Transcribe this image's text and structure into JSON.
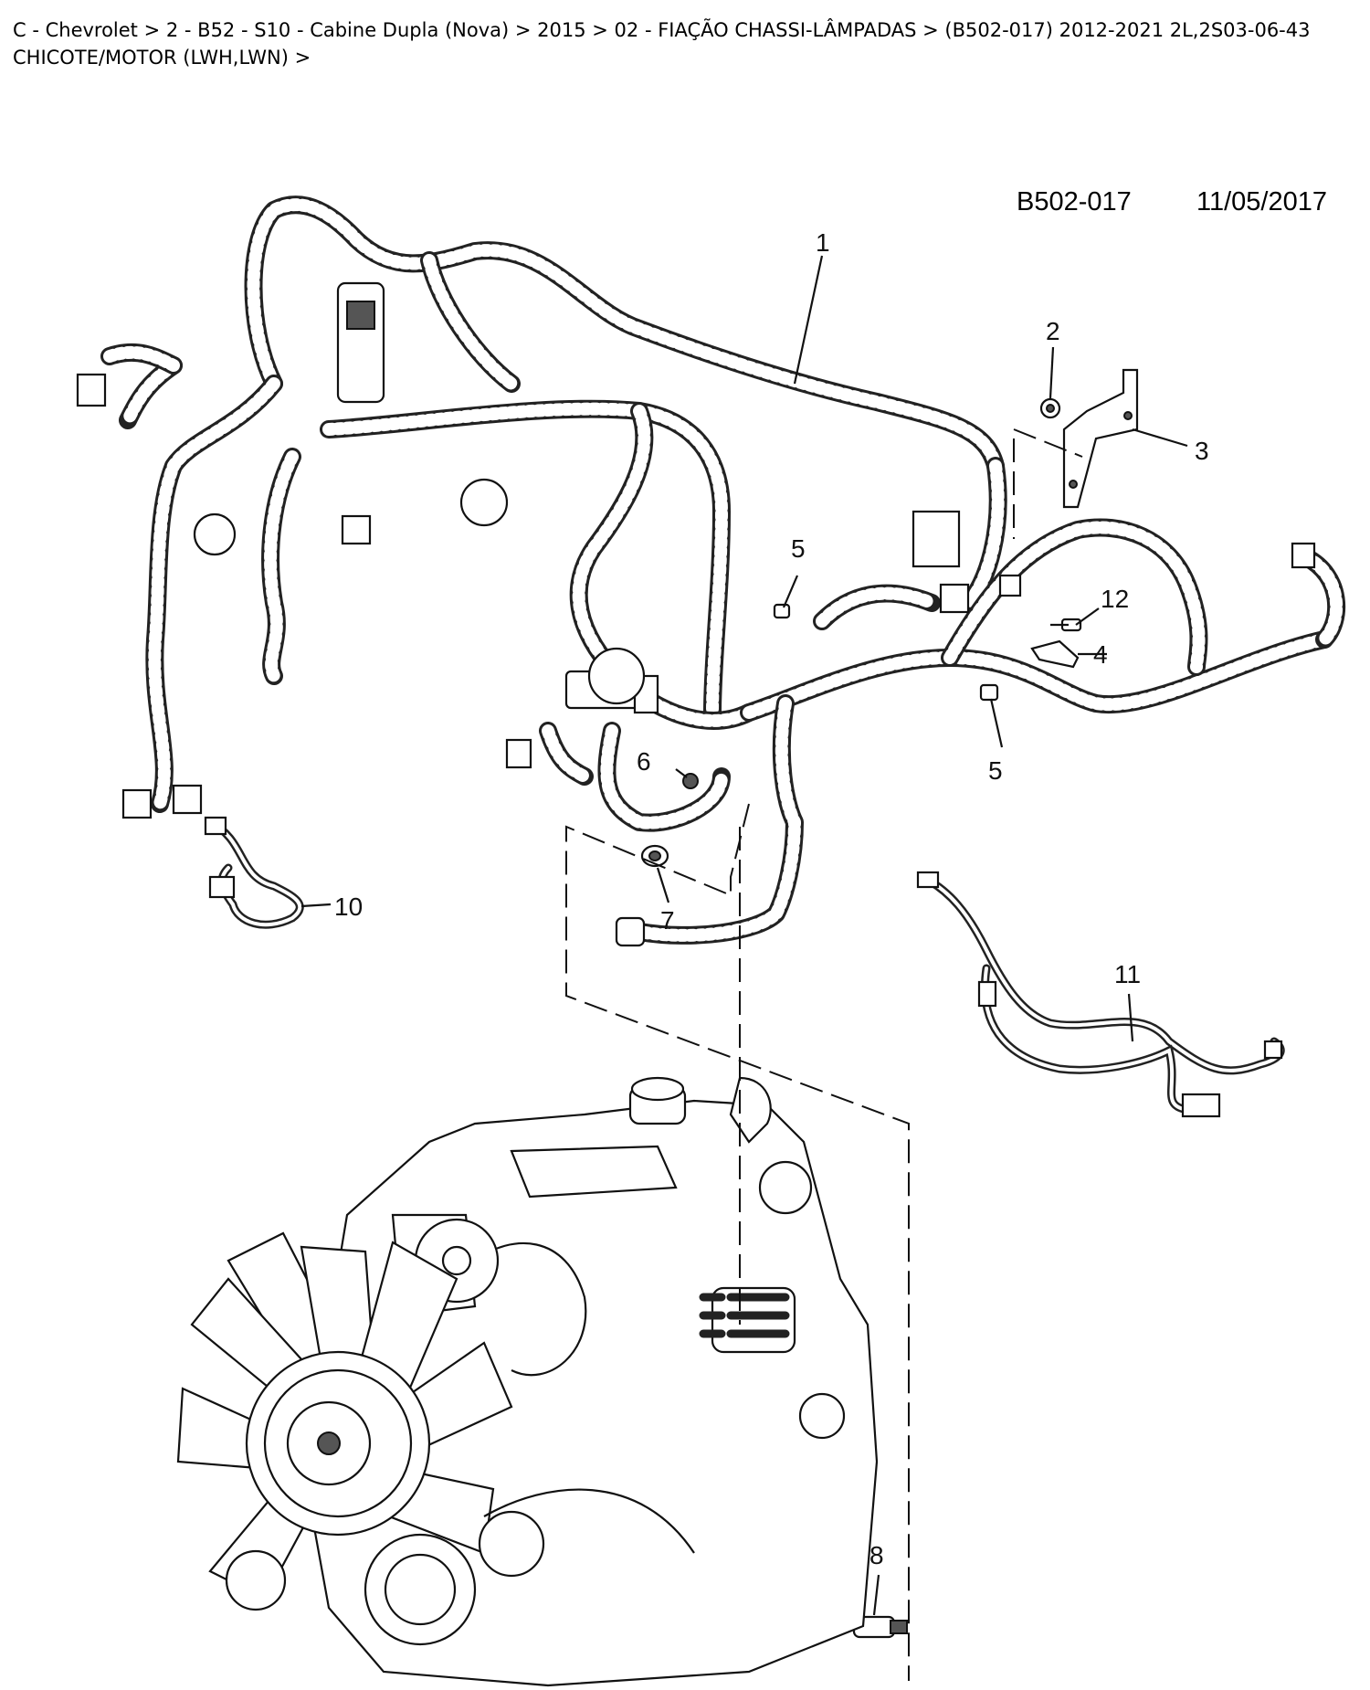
{
  "breadcrumb": "C - Chevrolet > 2 - B52 - S10 - Cabine Dupla (Nova) > 2015 > 02 - FIAÇÃO CHASSI-LÂMPADAS > (B502-017)   2012-2021   2L,2S03-06-43 CHICOTE/MOTOR (LWH,LWN) >",
  "diagram": {
    "code": "B502-017",
    "date": "11/05/2017",
    "callouts": [
      "1",
      "2",
      "3",
      "4",
      "5",
      "5",
      "6",
      "7",
      "8",
      "10",
      "11",
      "12"
    ]
  }
}
